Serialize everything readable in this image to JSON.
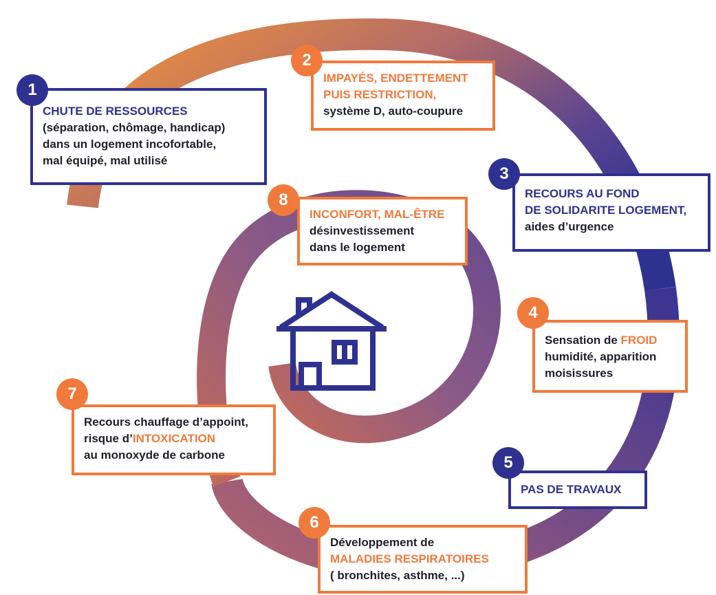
{
  "colors": {
    "orange": "#f07a3c",
    "blue": "#2f3190",
    "text": "#1f1f2e"
  },
  "steps": [
    {
      "num": "1",
      "theme": "blue",
      "l1": "CHUTE DE RESSOURCES",
      "l2": "(séparation, chômage, handicap)",
      "l3": "dans un logement incofortable,",
      "l4": "mal équipé, mal utilisé"
    },
    {
      "num": "2",
      "theme": "orange",
      "l1": "IMPAYÉS, ENDETTEMENT",
      "l2": "PUIS RESTRICTION,",
      "l3": "système D, auto-coupure"
    },
    {
      "num": "3",
      "theme": "blue",
      "l1": "RECOURS AU FOND",
      "l2": "DE SOLIDARITE LOGEMENT,",
      "l3": "aides d’urgence"
    },
    {
      "num": "4",
      "theme": "orange",
      "l1a": "Sensation de ",
      "l1b": "FROID",
      "l2": "humidité, apparition",
      "l3": "moisissures"
    },
    {
      "num": "5",
      "theme": "blue",
      "l1": "PAS DE TRAVAUX"
    },
    {
      "num": "6",
      "theme": "orange",
      "l1": "Développement de",
      "l2": "MALADIES RESPIRATOIRES",
      "l3": "( bronchites, asthme, ...)"
    },
    {
      "num": "7",
      "theme": "orange",
      "l1": "Recours chauffage d’appoint,",
      "l2a": "risque d’",
      "l2b": "INTOXICATION",
      "l3": "au monoxyde de carbone"
    },
    {
      "num": "8",
      "theme": "orange",
      "l1": "INCONFORT, MAL-ÊTRE",
      "l2": "désinvestissement",
      "l3": "dans le logement"
    }
  ]
}
